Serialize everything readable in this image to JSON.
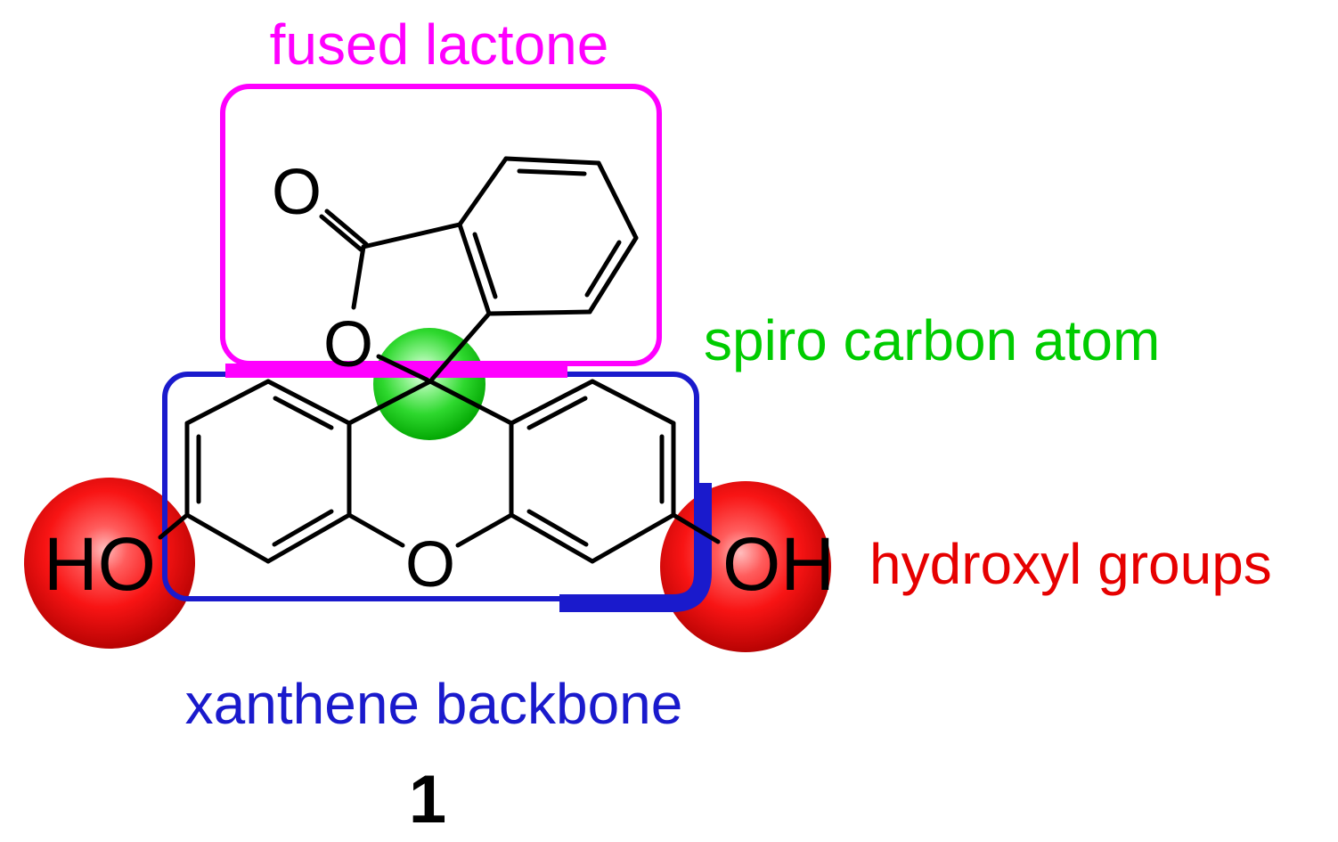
{
  "figure": {
    "annotations": {
      "fused_lactone": "fused lactone",
      "spiro_carbon": "spiro carbon atom",
      "hydroxyl_groups": "hydroxyl groups",
      "xanthene_backbone": "xanthene backbone"
    },
    "atom_labels": {
      "carbonyl_oxygen": "O",
      "ester_oxygen": "O",
      "xanthene_oxygen": "O",
      "left_hydroxyl": "HO",
      "right_hydroxyl": "OH"
    },
    "compound_number": "1",
    "colors": {
      "lactone_magenta": "#ff00ff",
      "spiro_green": "#00cc00",
      "hydroxyl_red": "#e60000",
      "xanthene_blue": "#1a1acc",
      "bond_black": "#000000"
    }
  }
}
